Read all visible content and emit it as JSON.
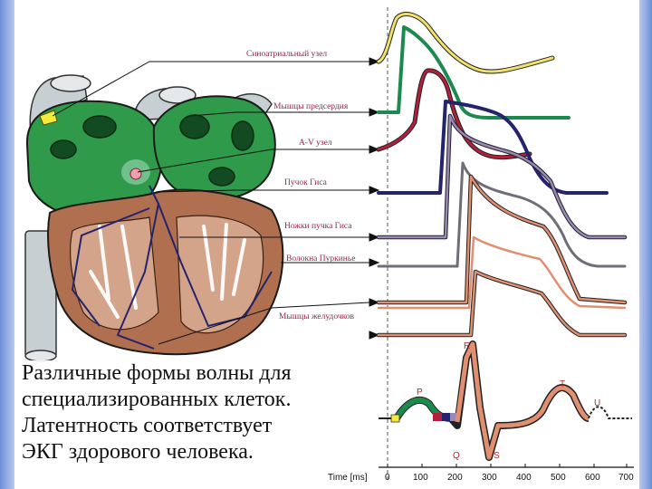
{
  "labels": {
    "sa_node": "Синоатриальный узел",
    "atrial_muscle": "Мышцы предсердия",
    "av_node": "A-V узел",
    "his_bundle": "Пучок Гиса",
    "bundle_branches": "Ножки пучка Гиса",
    "purkinje": "Волокна Пуркинье",
    "ventricular_muscle": "Мышцы желудочков"
  },
  "ecg": {
    "waves": [
      "P",
      "Q",
      "R",
      "S",
      "T",
      "U"
    ],
    "axis_label": "Time [ms]",
    "ticks": [
      "0",
      "100",
      "200",
      "300",
      "400",
      "500",
      "600",
      "700"
    ]
  },
  "caption": {
    "line1": "Различные формы волны для",
    "line2": "специализированных клеток.",
    "line3": "Латентность соответствует",
    "line4": "ЭКГ здорового человека."
  },
  "colors": {
    "sa_node": "#e8d800",
    "atrial_muscle": "#1c8a4e",
    "av_node": "#b0203a",
    "his_bundle": "#23236e",
    "bundle_branches": "#9a88b8",
    "purkinje": "#6e6e78",
    "ventricular_muscle": "#e09070",
    "heart_muscle": "#b07050",
    "atria": "#2e9a4a"
  }
}
